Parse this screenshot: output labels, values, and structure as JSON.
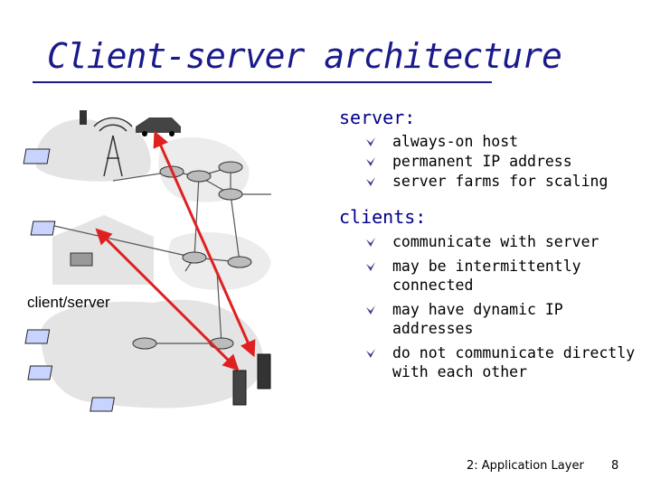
{
  "slide": {
    "title": "Client-server architecture",
    "server_heading": "server:",
    "server_bullets": [
      "always-on host",
      "permanent IP address",
      "server farms for scaling"
    ],
    "clients_heading": "clients:",
    "client_bullets": [
      "communicate with server",
      "may be intermittently connected",
      "may have dynamic IP addresses",
      "do not communicate directly with each other"
    ],
    "diagram_label": "client/server",
    "footer": "2: Application Layer",
    "page_number": "8"
  },
  "colors": {
    "title": "#1a1a8c",
    "heading": "#00008b",
    "arrow": "#e02020",
    "bullet": "#3b3b8f",
    "network_shade": "#e4e4e4"
  }
}
